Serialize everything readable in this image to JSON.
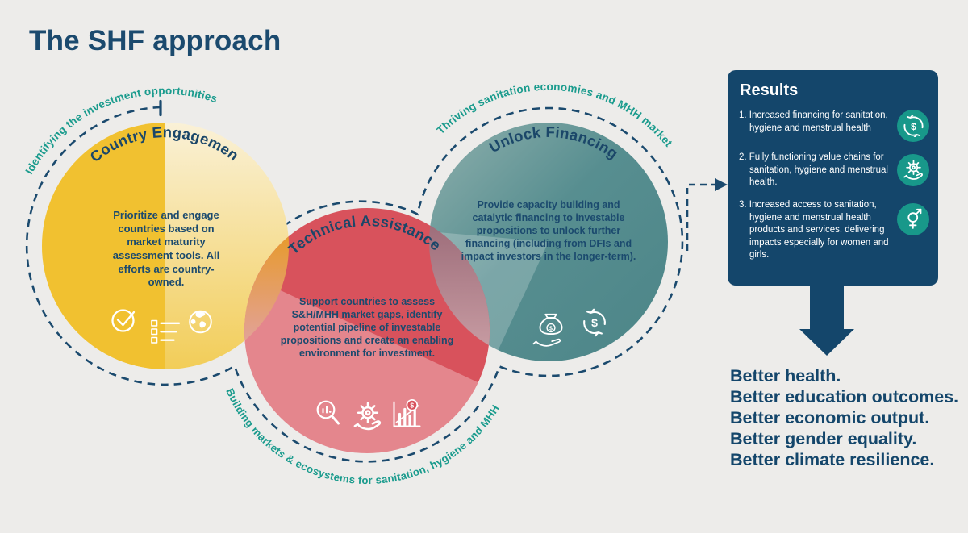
{
  "title": "The SHF approach",
  "colors": {
    "background": "#EDECEA",
    "navy": "#1B4A6E",
    "panel_navy": "#14466B",
    "teal_label": "#1A9B8D",
    "icon_circle_teal": "#18988A",
    "yellow": "#F1C130",
    "red": "#D8525C",
    "teal_circle": "#538C8E"
  },
  "diagram": {
    "outer_labels": {
      "top_left": "Identifying the investment opportunities",
      "top_right": "Thriving sanitation economies and MHH market",
      "bottom": "Building markets & ecosystems for sanitation, hygiene and MHH"
    },
    "circles": [
      {
        "title": "Country Engagement",
        "body": "Prioritize and engage countries based on market maturity assessment tools. All efforts are country-owned.",
        "icons": [
          "check-circle-icon",
          "checklist-icon",
          "globe-icon"
        ]
      },
      {
        "title": "Technical Assistance",
        "body": "Support countries to assess S&H/MHH market gaps, identify potential pipeline of investable propositions and create an enabling environment for investment.",
        "icons": [
          "magnifier-chart-icon",
          "gear-hand-icon",
          "chart-coin-icon"
        ]
      },
      {
        "title": "Unlock Financing",
        "body": "Provide capacity building and catalytic financing to investable propositions to unlock further financing (including from DFIs and impact investors in the longer-term).",
        "icons": [
          "money-bag-hand-icon",
          "dollar-cycle-icon"
        ]
      }
    ]
  },
  "results": {
    "heading": "Results",
    "items": [
      {
        "text": "1. Increased financing for sanitation, hygiene and menstrual health",
        "icon": "dollar-cycle-icon"
      },
      {
        "text": "2. Fully functioning value chains for sanitation, hygiene and menstrual health.",
        "icon": "gear-hand-icon"
      },
      {
        "text": "3. Increased access to sanitation, hygiene and menstrual health products and services, delivering impacts especially for women and girls.",
        "icon": "gender-equality-icon"
      }
    ]
  },
  "outcomes": {
    "lines": [
      "Better health.",
      "Better education outcomes.",
      "Better economic output.",
      "Better gender equality.",
      "Better climate resilience."
    ]
  }
}
